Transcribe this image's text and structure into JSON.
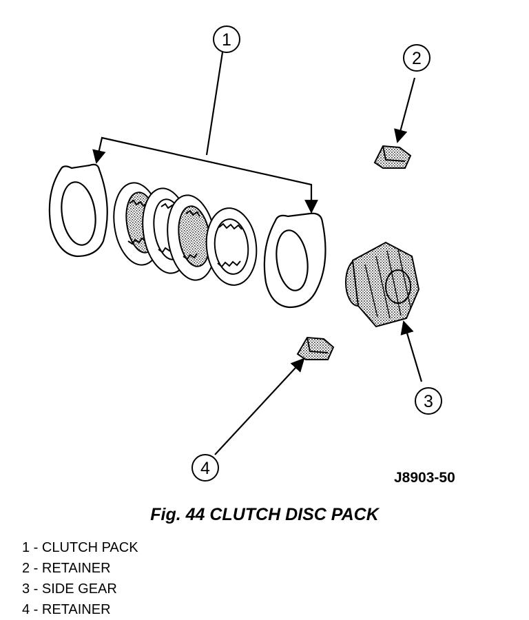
{
  "figure": {
    "callouts": [
      "1",
      "2",
      "3",
      "4"
    ],
    "drawing_code": "J8903-50",
    "caption": "Fig. 44 CLUTCH DISC PACK"
  },
  "legend": [
    "1 - CLUTCH PACK",
    "2 - RETAINER",
    "3 - SIDE GEAR",
    "4 - RETAINER"
  ]
}
